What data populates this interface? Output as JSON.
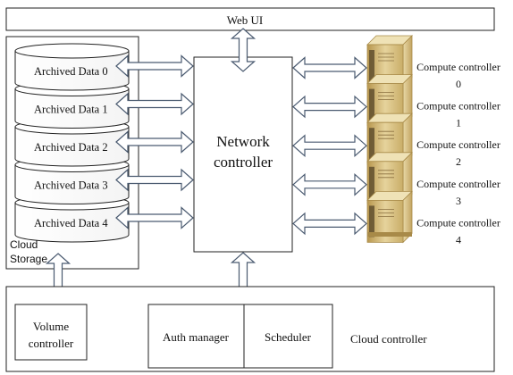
{
  "top_bar": {
    "label": "Web UI"
  },
  "cloud_storage": {
    "label_line1": "Cloud",
    "label_line2": "Storage",
    "disks": [
      {
        "label": "Archived Data 0"
      },
      {
        "label": "Archived Data 1"
      },
      {
        "label": "Archived Data 2"
      },
      {
        "label": "Archived Data 3"
      },
      {
        "label": "Archived Data 4"
      }
    ]
  },
  "network_controller": {
    "line1": "Network",
    "line2": "controller"
  },
  "compute_controllers": [
    {
      "name": "Compute controller",
      "index": "0"
    },
    {
      "name": "Compute controller",
      "index": "1"
    },
    {
      "name": "Compute controller",
      "index": "2"
    },
    {
      "name": "Compute controller",
      "index": "3"
    },
    {
      "name": "Compute controller",
      "index": "4"
    }
  ],
  "cloud_controller": {
    "label": "Cloud controller",
    "volume_controller": {
      "line1": "Volume",
      "line2": "controller"
    },
    "auth_manager": "Auth manager",
    "scheduler": "Scheduler"
  },
  "colors": {
    "arrow_fill": "#ffffff",
    "arrow_stroke": "#4a5a70",
    "server_body": "#d8bf80",
    "server_dark": "#a88a48",
    "line": "#222222"
  }
}
